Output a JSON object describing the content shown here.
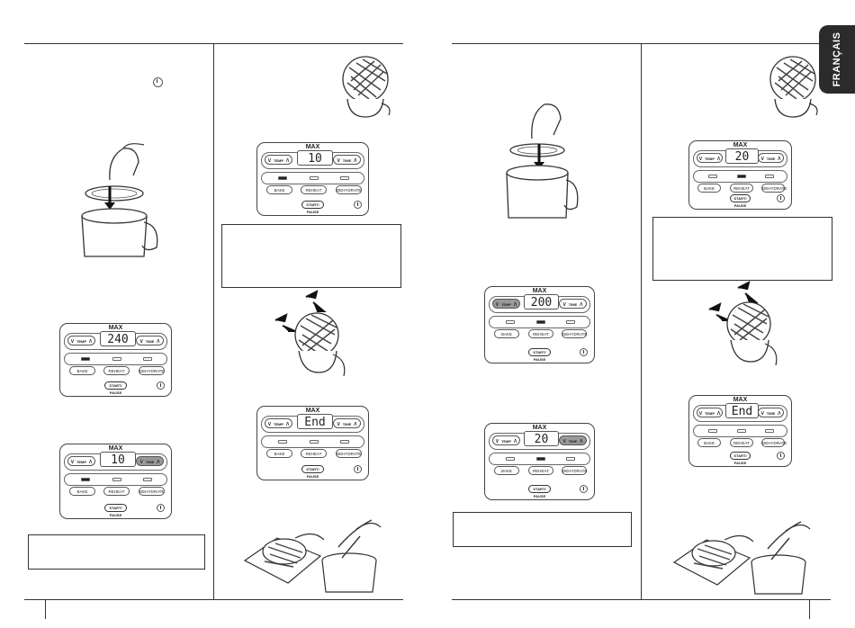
{
  "side_tab": {
    "label": "FRANÇAIS"
  },
  "panels": {
    "p1": {
      "brand": "MAX",
      "display": "240",
      "temp_label": "TEMP",
      "time_label": "TIME",
      "buttons": [
        "BAKE",
        "REHEAT",
        "DEHYDRATE"
      ],
      "start_label": "START/ PAUSE"
    },
    "p2": {
      "brand": "MAX",
      "display": "10",
      "temp_label": "TEMP",
      "time_label": "TIME",
      "buttons": [
        "BAKE",
        "REHEAT",
        "DEHYDRATE"
      ],
      "start_label": "START/ PAUSE"
    },
    "p3": {
      "brand": "MAX",
      "display": "10",
      "temp_label": "TEMP",
      "time_label": "TIME",
      "buttons": [
        "BAKE",
        "REHEAT",
        "DEHYDRATE"
      ],
      "start_label": "START/ PAUSE"
    },
    "p4": {
      "brand": "MAX",
      "display": "End",
      "temp_label": "TEMP",
      "time_label": "TIME",
      "buttons": [
        "BAKE",
        "REHEAT",
        "DEHYDRATE"
      ],
      "start_label": "START/ PAUSE"
    },
    "p5": {
      "brand": "MAX",
      "display": "200",
      "temp_label": "TEMP",
      "time_label": "TIME",
      "buttons": [
        "BAKE",
        "REHEAT",
        "DEHYDRATE"
      ],
      "start_label": "START/ PAUSE"
    },
    "p6": {
      "brand": "MAX",
      "display": "20",
      "temp_label": "TEMP",
      "time_label": "TIME",
      "buttons": [
        "BAKE",
        "REHEAT",
        "DEHYDRATE"
      ],
      "start_label": "START/ PAUSE"
    },
    "p7": {
      "brand": "MAX",
      "display": "20",
      "temp_label": "TEMP",
      "time_label": "TIME",
      "buttons": [
        "BAKE",
        "REHEAT",
        "DEHYDRATE"
      ],
      "start_label": "START/ PAUSE"
    },
    "p8": {
      "brand": "MAX",
      "display": "End",
      "temp_label": "TEMP",
      "time_label": "TIME",
      "buttons": [
        "BAKE",
        "REHEAT",
        "DEHYDRATE"
      ],
      "start_label": "START/ PAUSE"
    }
  }
}
